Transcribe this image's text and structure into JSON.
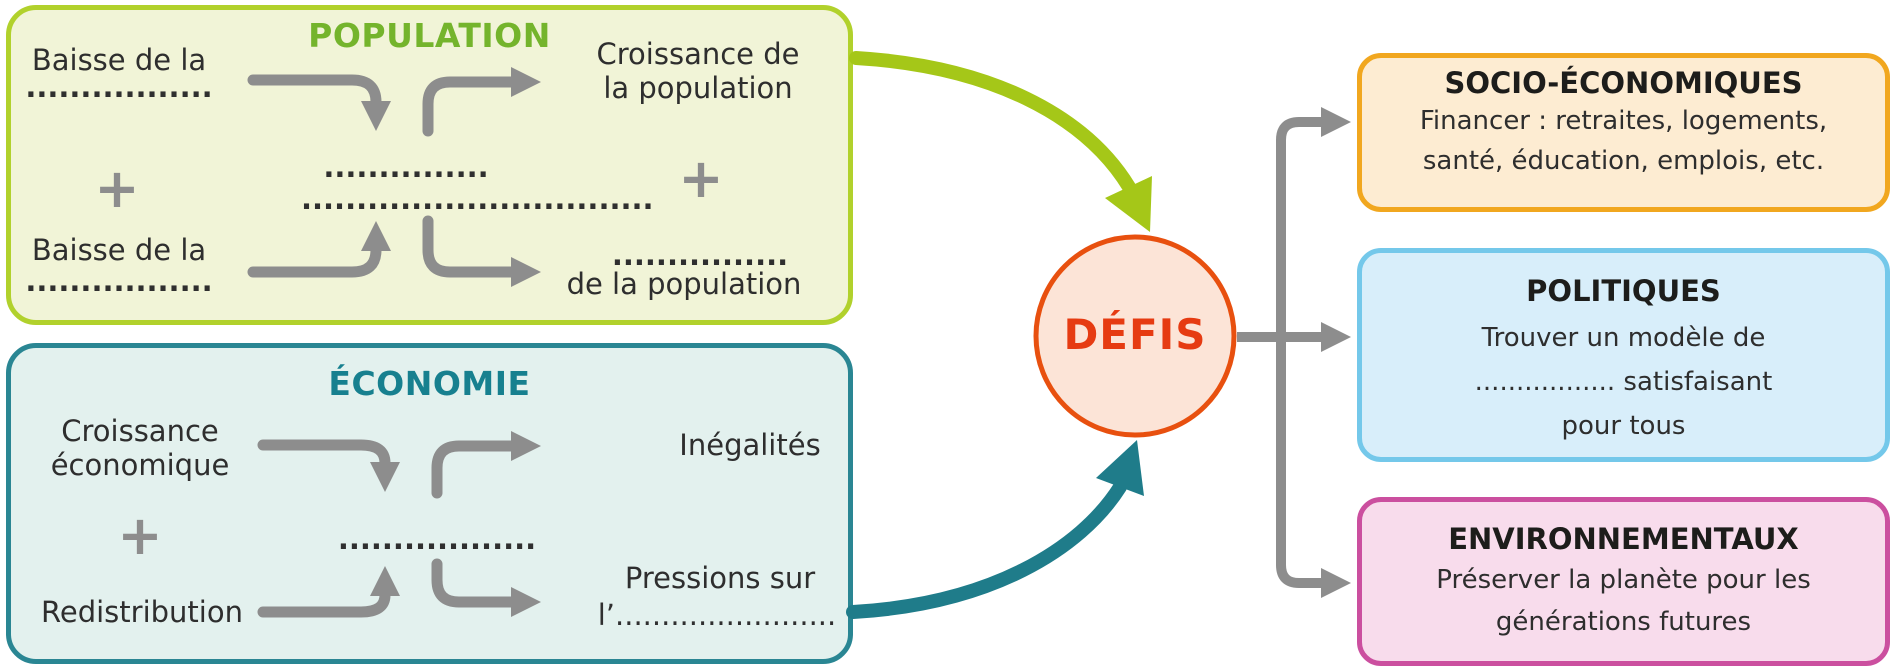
{
  "colors": {
    "pop_fill": "#f1f4d7",
    "pop_border": "#b1d12c",
    "pop_title": "#74b42c",
    "eco_fill": "#e3f1ee",
    "eco_border": "#2a8693",
    "eco_title": "#17808f",
    "socio_fill": "#fdecd2",
    "socio_border": "#f1a71f",
    "pol_fill": "#d8eefa",
    "pol_border": "#74c8ea",
    "env_fill": "#f8dcec",
    "env_border": "#cb4f9f",
    "defis_fill": "#fce4d7",
    "defis_border": "#e8500f",
    "defis_text": "#e63b12",
    "line_gray": "#8d8d8d",
    "arrow_green": "#a5c718",
    "arrow_teal": "#1f7c8a",
    "text_dark": "#2e2e2e"
  },
  "population": {
    "title": "POPULATION",
    "top_left": "Baisse de la",
    "top_left_dots": ".................",
    "plus_left": "+",
    "bottom_left": "Baisse de la",
    "bottom_left_dots": ".................",
    "mid_dots_short": "...............",
    "mid_dots_long": "................................",
    "top_right_line1": "Croissance de",
    "top_right_line2": "la population",
    "plus_right": "+",
    "bottom_right_dots": "................",
    "bottom_right": "de la population"
  },
  "economie": {
    "title": "ÉCONOMIE",
    "top_left_line1": "Croissance",
    "top_left_line2": "économique",
    "plus": "+",
    "bottom_left": "Redistribution",
    "mid_dots": "..................",
    "top_right": "Inégalités",
    "bottom_right_line1": "Pressions sur",
    "bottom_right_line2": "l’........................"
  },
  "defis": {
    "label": "DÉFIS"
  },
  "challenges": [
    {
      "title": "SOCIO-ÉCONOMIQUES",
      "line1": "Financer : retraites, logements,",
      "line2": "santé, éducation, emplois, etc."
    },
    {
      "title": "POLITIQUES",
      "line1": "Trouver un modèle de",
      "line2": ".................  satisfaisant",
      "line3": "pour tous"
    },
    {
      "title": "ENVIRONNEMENTAUX",
      "line1": "Préserver la planète pour les",
      "line2": "générations futures"
    }
  ]
}
